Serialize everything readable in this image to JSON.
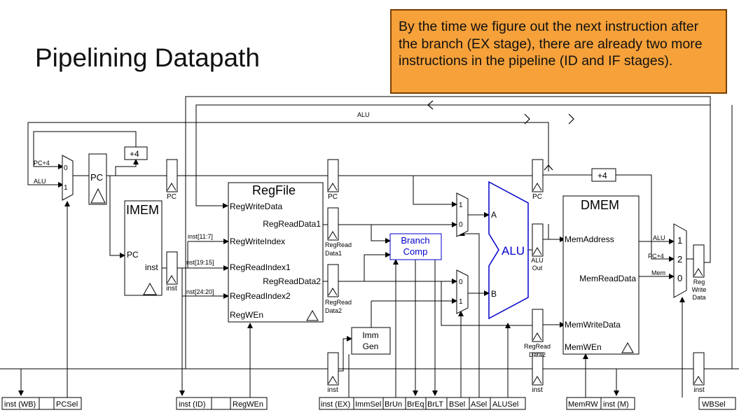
{
  "slide": {
    "title": "Pipelining Datapath",
    "callout": "By the time we figure out the next instruction after the branch (EX stage), there are already two more instructions in the pipeline (ID and IF stages).",
    "callout_color": "#f6a13a"
  },
  "blocks": {
    "pc": "PC",
    "imem": {
      "title": "IMEM",
      "in": "PC",
      "out": "inst"
    },
    "plus4": "+4",
    "regfile": {
      "title": "RegFile",
      "ports": [
        "RegWriteData",
        "RegReadData1",
        "RegWriteIndex",
        "RegReadIndex1",
        "RegReadData2",
        "RegReadIndex2",
        "RegWEn"
      ]
    },
    "branch": {
      "line1": "Branch",
      "line2": "Comp"
    },
    "immgen": {
      "line1": "Imm",
      "line2": "Gen"
    },
    "alu": {
      "title": "ALU",
      "a": "A",
      "b": "B"
    },
    "dmem": {
      "title": "DMEM",
      "ports": [
        "MemAddress",
        "MemReadData",
        "MemWriteData",
        "MemWEn"
      ]
    }
  },
  "wires": {
    "alu_top": "ALU",
    "pc4": "PC+4",
    "alu_left": "ALU",
    "mux_pc": [
      "0",
      "1"
    ],
    "mux_a": [
      "1",
      "0"
    ],
    "mux_b": [
      "0",
      "1"
    ],
    "mux_wb": [
      "1",
      "2",
      "0"
    ],
    "wb_in": [
      "ALU",
      "PC+4",
      "Mem"
    ],
    "inst_11_7": "inst[11:7]",
    "inst_19_15": "inst[19:15]",
    "inst_24_20": "inst[24:20]"
  },
  "pipeline_regs": {
    "pc_id": "PC",
    "inst_id": "inst",
    "pc_ex": "PC",
    "rd1_ex": "RegRead Data1",
    "rd2_ex": "RegRead Data2",
    "pc_mem": "PC",
    "aluout_mem": "ALU Out",
    "rd2_mem": "RegRead Data2",
    "wb_data": "Reg Write Data",
    "inst_ex": "inst",
    "inst_mem": "inst",
    "inst_wb": "inst"
  },
  "control_bar": {
    "wb": [
      "inst (WB)",
      "",
      "PCSel"
    ],
    "id": [
      "inst (ID)",
      "",
      "RegWEn"
    ],
    "ex": [
      "inst (EX)",
      "ImmSel",
      "BrUn",
      "BrEq",
      "BrLT",
      "BSel",
      "ASel",
      "ALUSel"
    ],
    "mem": [
      "MemRW",
      "inst (M)"
    ],
    "wbsel": "WBSel"
  },
  "colors": {
    "blue_highlight": "#0000cc"
  }
}
